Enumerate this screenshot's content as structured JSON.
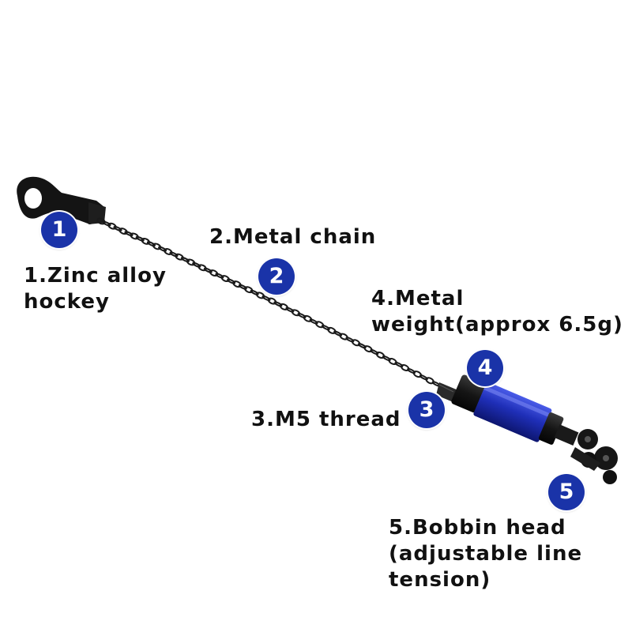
{
  "colors": {
    "badge_fill": "#1a33a8",
    "body_blue": "#1f2fb8",
    "part_black": "#151515"
  },
  "callouts": [
    {
      "number": "1",
      "lines": [
        "1.Zinc alloy",
        "hockey"
      ]
    },
    {
      "number": "2",
      "lines": [
        "2.Metal chain"
      ]
    },
    {
      "number": "3",
      "lines": [
        "3.M5 thread"
      ]
    },
    {
      "number": "4",
      "lines": [
        "4.Metal",
        "weight(approx 6.5g)"
      ]
    },
    {
      "number": "5",
      "lines": [
        "5.Bobbin head",
        "(adjustable line",
        "tension)"
      ]
    }
  ]
}
